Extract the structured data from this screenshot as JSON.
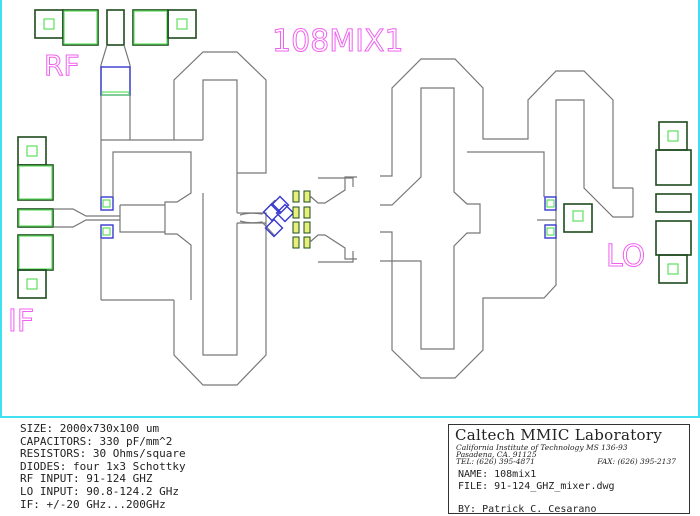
{
  "title": "108MIX1",
  "port_labels": {
    "rf": "RF",
    "if": "IF",
    "lo": "LO"
  },
  "specs": [
    "SIZE: 2000x730x100 um",
    "CAPACITORS: 330 pF/mm^2",
    "RESISTORS: 30 Ohms/square",
    "DIODES: four 1x3 Schottky",
    "RF INPUT: 91-124 GHZ",
    "LO INPUT: 90.8-124.2 GHz",
    "IF: +/-20 GHz...200GHz"
  ],
  "title_block": {
    "lab": "Caltech MMIC Laboratory",
    "address1": "California Institute of Technology MS 136-93",
    "address2": "Pasadena, CA. 91125",
    "tel": "TEL: (626) 395-4871",
    "fax": "FAX: (626) 395-2137",
    "name": "NAME: 108mix1",
    "file": "FILE: 91-124_GHZ_mixer.dwg",
    "by": "BY: Patrick C. Cesarano"
  },
  "colors": {
    "metal": "#777777",
    "pad": "#1e4a1e",
    "via": "#5fe05f",
    "capacitor": "#3838d0",
    "label": "#f060f0",
    "border": "#40e0f0"
  }
}
